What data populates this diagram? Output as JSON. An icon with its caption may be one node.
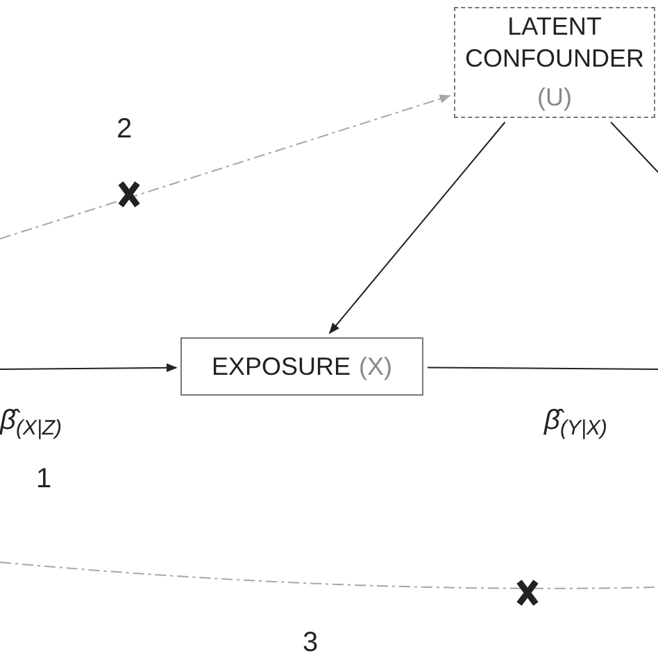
{
  "diagram": {
    "nodes": [
      {
        "text": [
          "LATENT CONFOUNDER",
          "(U)"
        ]
      },
      {
        "text": [
          "EXPOSURE",
          "(X)"
        ]
      }
    ],
    "edges": [
      {
        "from": null,
        "to": 0,
        "arrow": "to",
        "style": "dashed",
        "color": "#a6a6a6"
      },
      {
        "from": 0,
        "to": 1,
        "arrow": "to"
      },
      {
        "from": 0,
        "to": null,
        "arrow": "none"
      },
      {
        "from": null,
        "to": 1,
        "arrow": "to"
      },
      {
        "from": 1,
        "to": null,
        "arrow": "none"
      }
    ],
    "labels": [
      "2",
      "β̂$_{(X|Z)}$",
      "β̂$_{(Y|X)}$",
      "1",
      "3"
    ]
  }
}
